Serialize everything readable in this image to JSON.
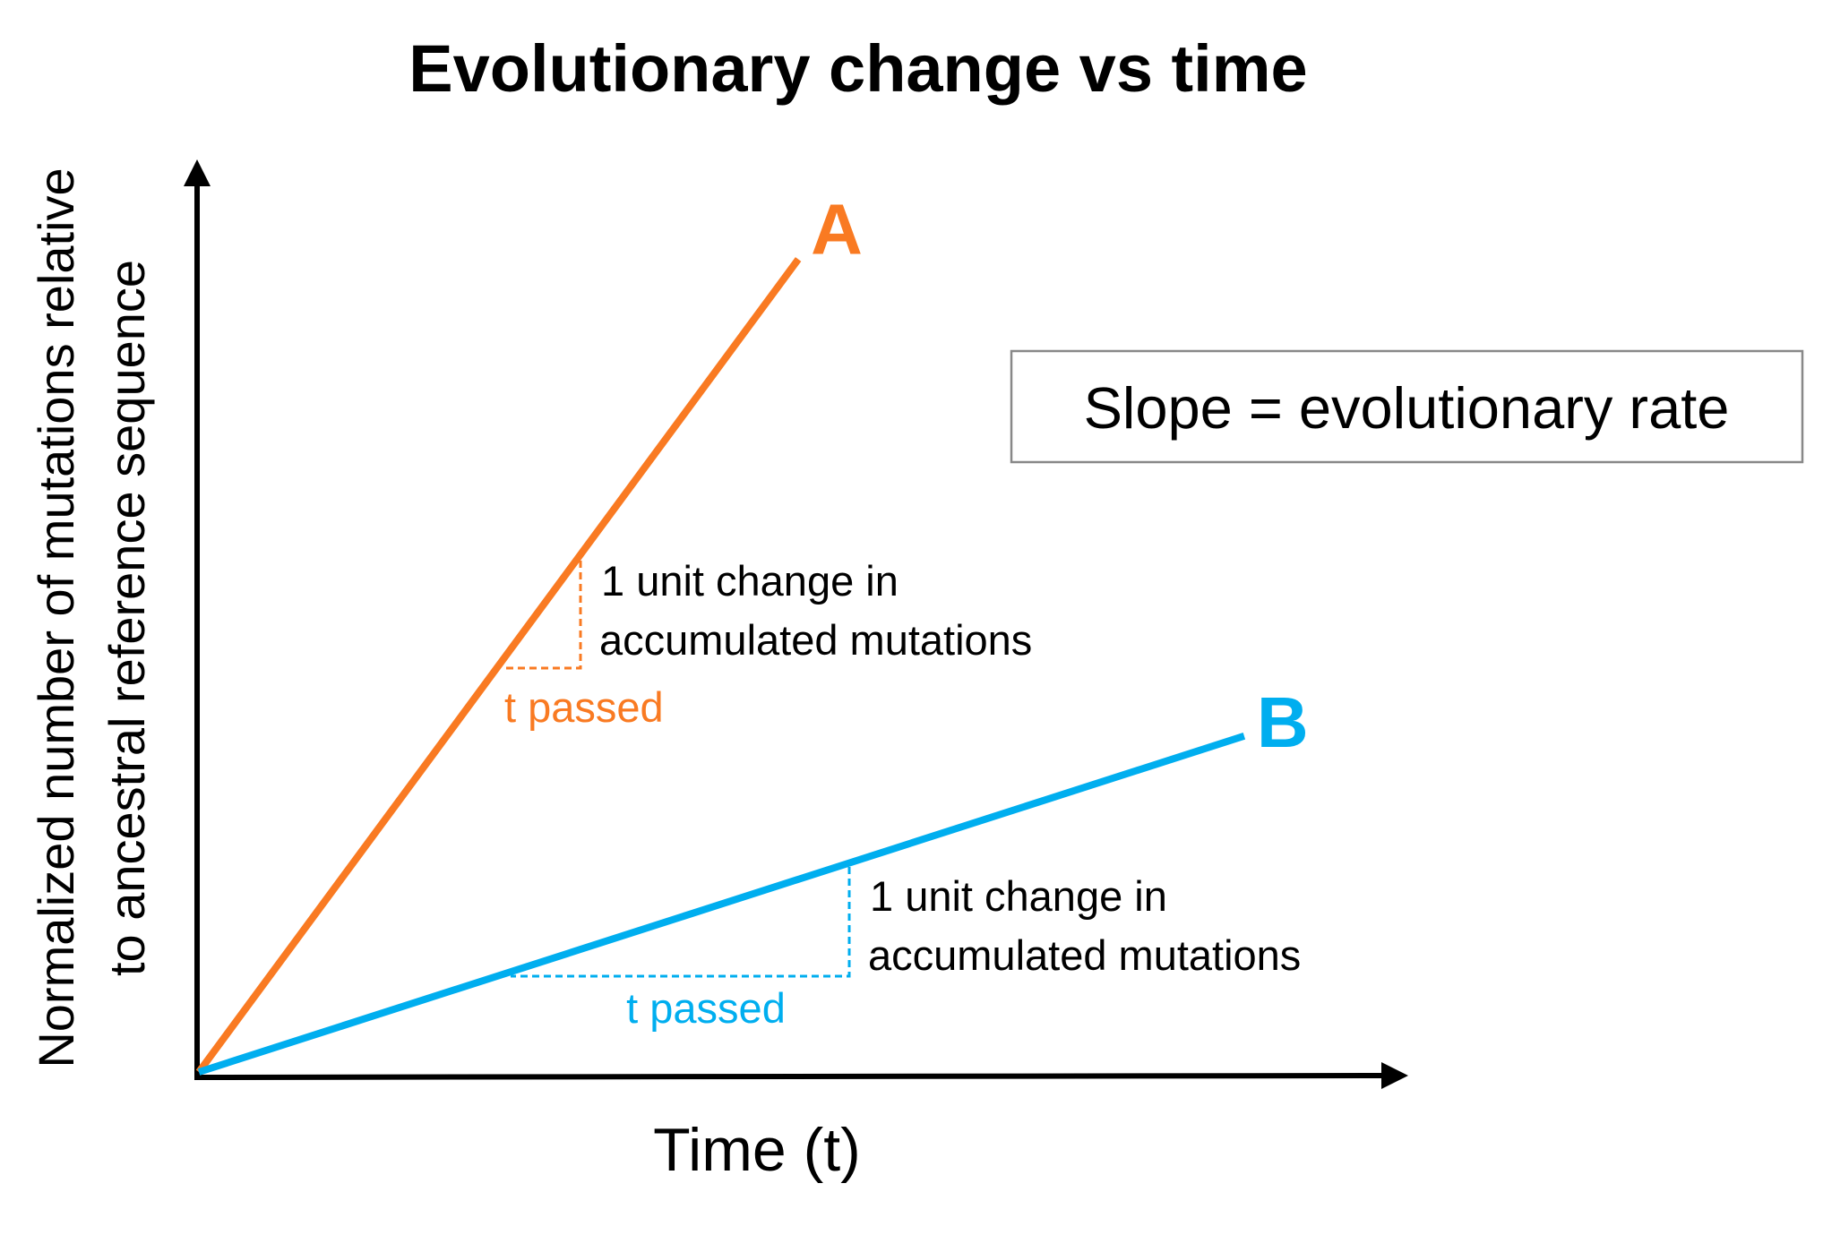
{
  "chart_data": {
    "type": "line",
    "title": "Evolutionary change vs time",
    "xlabel": "Time (t)",
    "ylabel_lines": [
      "Normalized number of mutations relative",
      "to ancestral reference sequence"
    ],
    "xlim": [
      0,
      10
    ],
    "ylim": [
      0,
      10
    ],
    "grid": false,
    "series": [
      {
        "name": "A",
        "color": "#F97A22",
        "x": [
          0,
          4.96
        ],
        "y": [
          0,
          8.95
        ]
      },
      {
        "name": "B",
        "color": "#00AEEF",
        "x": [
          0,
          8.65
        ],
        "y": [
          0,
          3.7
        ]
      }
    ],
    "annotations": {
      "box": "Slope = evolutionary rate",
      "a_rise_line1": "1 unit change in",
      "a_rise_line2": "accumulated mutations",
      "a_run": "t passed",
      "b_rise_line1": "1 unit change in",
      "b_rise_line2": "accumulated mutations",
      "b_run": "t passed"
    }
  }
}
